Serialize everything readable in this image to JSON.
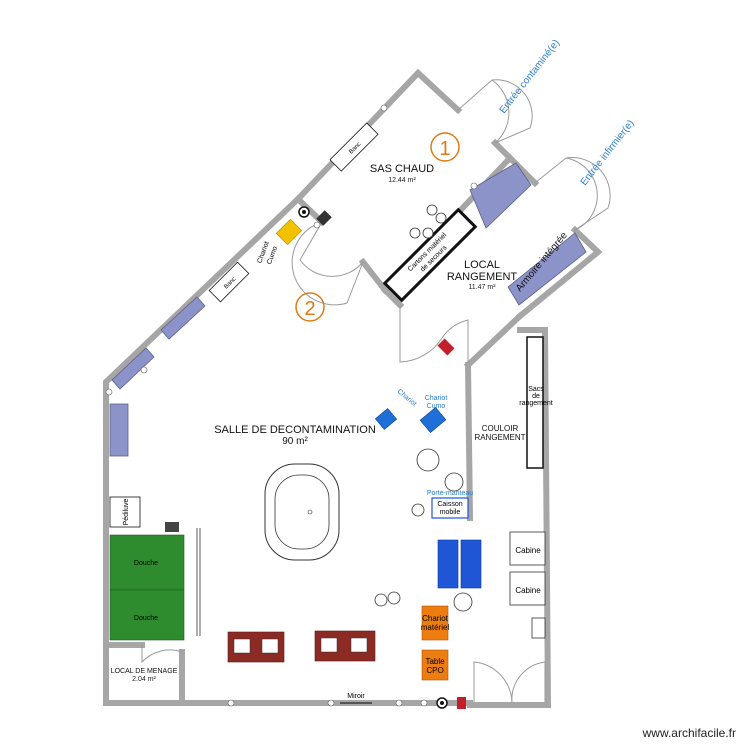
{
  "rooms": {
    "sas_chaud": {
      "name": "SAS CHAUD",
      "area": "12.44 m²",
      "number": "1"
    },
    "local_rangement": {
      "name_line1": "LOCAL",
      "name_line2": "RANGEMENT",
      "area": "11.47 m²"
    },
    "salle_decontamination": {
      "name": "SALLE DE DECONTAMINATION",
      "area": "90 m²",
      "number": "2"
    },
    "couloir": {
      "line1": "COULOIR",
      "line2": "RANGEMENT"
    },
    "local_menage": {
      "name": "LOCAL DE MENAGE",
      "area": "2.04 m²"
    }
  },
  "entrances": {
    "contaminee": "Entrée contaminé(e)",
    "infirmier": "Entrée infirmier(e)"
  },
  "furniture": {
    "banc": "Banc",
    "chariot_cumo": "Chariot Cumo",
    "cartons_line1": "Cartons matériel",
    "cartons_line2": "de secours",
    "armoire": "Armoire intégrée",
    "sacs_line1": "Sacs",
    "sacs_line2": "de",
    "sacs_line3": "rangement",
    "chariot_left": "Chariot",
    "chariot_right": "Chariot",
    "chariot_right_2": "Cumo",
    "porte_manteau": "Porte-manteau",
    "caisson_line1": "Caisson",
    "caisson_line2": "mobile",
    "pediluve": "Pédiluve",
    "douche": "Douche",
    "cabine": "Cabine",
    "chariot_materiel_line1": "Chariot",
    "chariot_materiel_line2": "matériel",
    "table_line1": "Table",
    "table_line2": "CPO",
    "miroir": "Miroir"
  },
  "footer": "www.archifacile.fr",
  "colors": {
    "wall": "#a6a6a6",
    "window": "#8c93c9",
    "douche": "#2e8b2e",
    "sink_unit": "#8b2b24",
    "chariot_yellow": "#f2c200",
    "chariot_orange": "#ee7d10",
    "blue_tables": "#1e56d6",
    "label_blue": "#2a7fd1",
    "number_orange": "#e07a12"
  }
}
